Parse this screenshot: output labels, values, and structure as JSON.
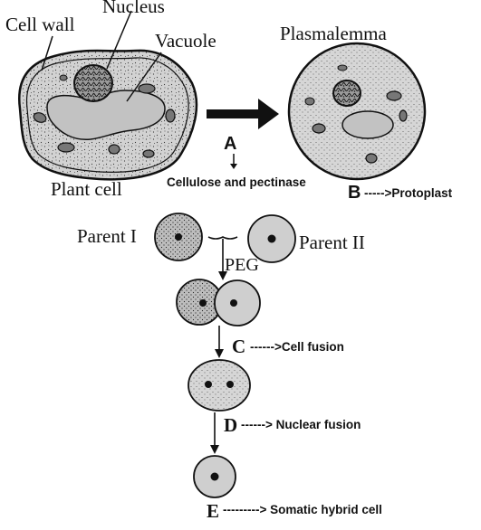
{
  "labels": {
    "cell_wall": "Cell wall",
    "nucleus": "Nucleus",
    "vacuole": "Vacuole",
    "plasmalemma": "Plasmalemma",
    "plant_cell": "Plant cell",
    "step_a_letter": "A",
    "step_a_text": "Cellulose and pectinase",
    "step_b_letter": "B",
    "step_b_text": "----->Protoplast",
    "parent_1": "Parent I",
    "parent_2": "Parent II",
    "peg": "PEG",
    "step_c_letter": "C",
    "step_c_text": "------>Cell fusion",
    "step_d_letter": "D",
    "step_d_text": "------> Nuclear fusion",
    "step_e_letter": "E",
    "step_e_text": "---------> Somatic hybrid cell"
  },
  "colors": {
    "cell_fill": "#d2d2d2",
    "outline": "#111111",
    "vacuole_fill": "#c2c2c2"
  }
}
